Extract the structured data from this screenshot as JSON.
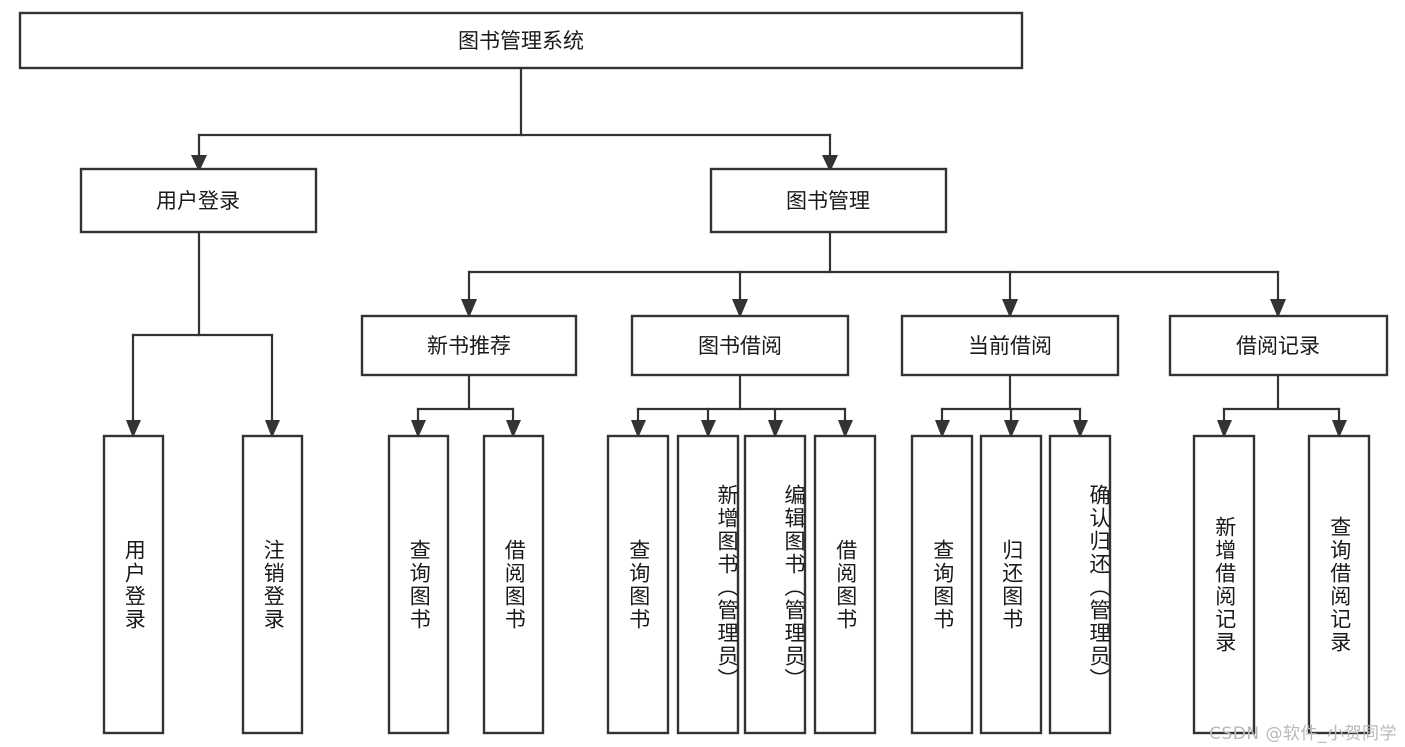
{
  "diagram": {
    "type": "tree-hierarchy-chart",
    "title": "图书管理系统",
    "background_color": "#ffffff",
    "box_stroke_color": "#333333",
    "box_fill_color": "#ffffff",
    "text_color": "#1a1a1a",
    "levels": {
      "root": {
        "label": "图书管理系统"
      },
      "level2": [
        {
          "id": "user-login",
          "label": "用户登录"
        },
        {
          "id": "book-management",
          "label": "图书管理"
        }
      ],
      "level3": [
        {
          "id": "new-book-recommend",
          "label": "新书推荐",
          "parent": "book-management"
        },
        {
          "id": "book-borrow",
          "label": "图书借阅",
          "parent": "book-management"
        },
        {
          "id": "current-borrow",
          "label": "当前借阅",
          "parent": "book-management"
        },
        {
          "id": "borrow-record",
          "label": "借阅记录",
          "parent": "book-management"
        }
      ],
      "leaves": [
        {
          "id": "leaf-user-login",
          "label": "用户登录",
          "parent": "user-login"
        },
        {
          "id": "leaf-logout-login",
          "label": "注销登录",
          "parent": "user-login"
        },
        {
          "id": "leaf-query-book-1",
          "label": "查询图书",
          "parent": "new-book-recommend"
        },
        {
          "id": "leaf-borrow-book-1",
          "label": "借阅图书",
          "parent": "new-book-recommend"
        },
        {
          "id": "leaf-query-book-2",
          "label": "查询图书",
          "parent": "book-borrow"
        },
        {
          "id": "leaf-add-book",
          "label": "新增图书（管理员）",
          "parent": "book-borrow"
        },
        {
          "id": "leaf-edit-book",
          "label": "编辑图书（管理员）",
          "parent": "book-borrow"
        },
        {
          "id": "leaf-borrow-book-2",
          "label": "借阅图书",
          "parent": "book-borrow"
        },
        {
          "id": "leaf-query-book-3",
          "label": "查询图书",
          "parent": "current-borrow"
        },
        {
          "id": "leaf-return-book",
          "label": "归还图书",
          "parent": "current-borrow"
        },
        {
          "id": "leaf-confirm-return",
          "label": "确认归还（管理员）",
          "parent": "current-borrow"
        },
        {
          "id": "leaf-add-record",
          "label": "新增借阅记录",
          "parent": "borrow-record"
        },
        {
          "id": "leaf-query-record",
          "label": "查询借阅记录",
          "parent": "borrow-record"
        }
      ]
    }
  },
  "watermark": {
    "text": "CSDN @软件_小贺同学",
    "color": "#b9b9b9"
  }
}
